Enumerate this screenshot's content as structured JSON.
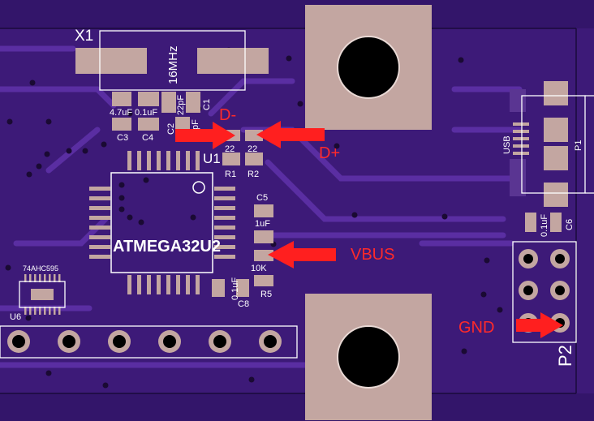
{
  "board": {
    "colors": {
      "board": "#4a2090",
      "board_edge": "#3a1670",
      "trace": "#5e32a8",
      "pad": "#c4a9a4",
      "hole": "#000000",
      "silkscreen": "#ffffff",
      "annotation": "#ff1f1f"
    },
    "labels": {
      "x1": "X1",
      "crystal": "16MHz",
      "c3_value": "4.7uF",
      "c3": "C3",
      "c4_value": "0.1uF",
      "c4": "C4",
      "c2_value": "22pF",
      "c2": "C2",
      "c1_value": "pF",
      "c1": "C1",
      "r1_value": "22",
      "r1": "R1",
      "r2_value": "22",
      "r2": "R2",
      "u1": "U1",
      "mcu": "ATMEGA32U2",
      "c5": "C5",
      "c5_value": "1uF",
      "r5_value": "10K",
      "r5": "R5",
      "c8_value": "0.1uF",
      "c8": "C8",
      "u6_value": "74AHC595",
      "u6": "U6",
      "usb": "USB",
      "p1": "P1",
      "c6_value": "0.1uF",
      "c6": "C6",
      "p2": "P2"
    },
    "annotations": {
      "d_minus": "D-",
      "d_plus": "D+",
      "vbus": "VBUS",
      "gnd": "GND"
    }
  }
}
